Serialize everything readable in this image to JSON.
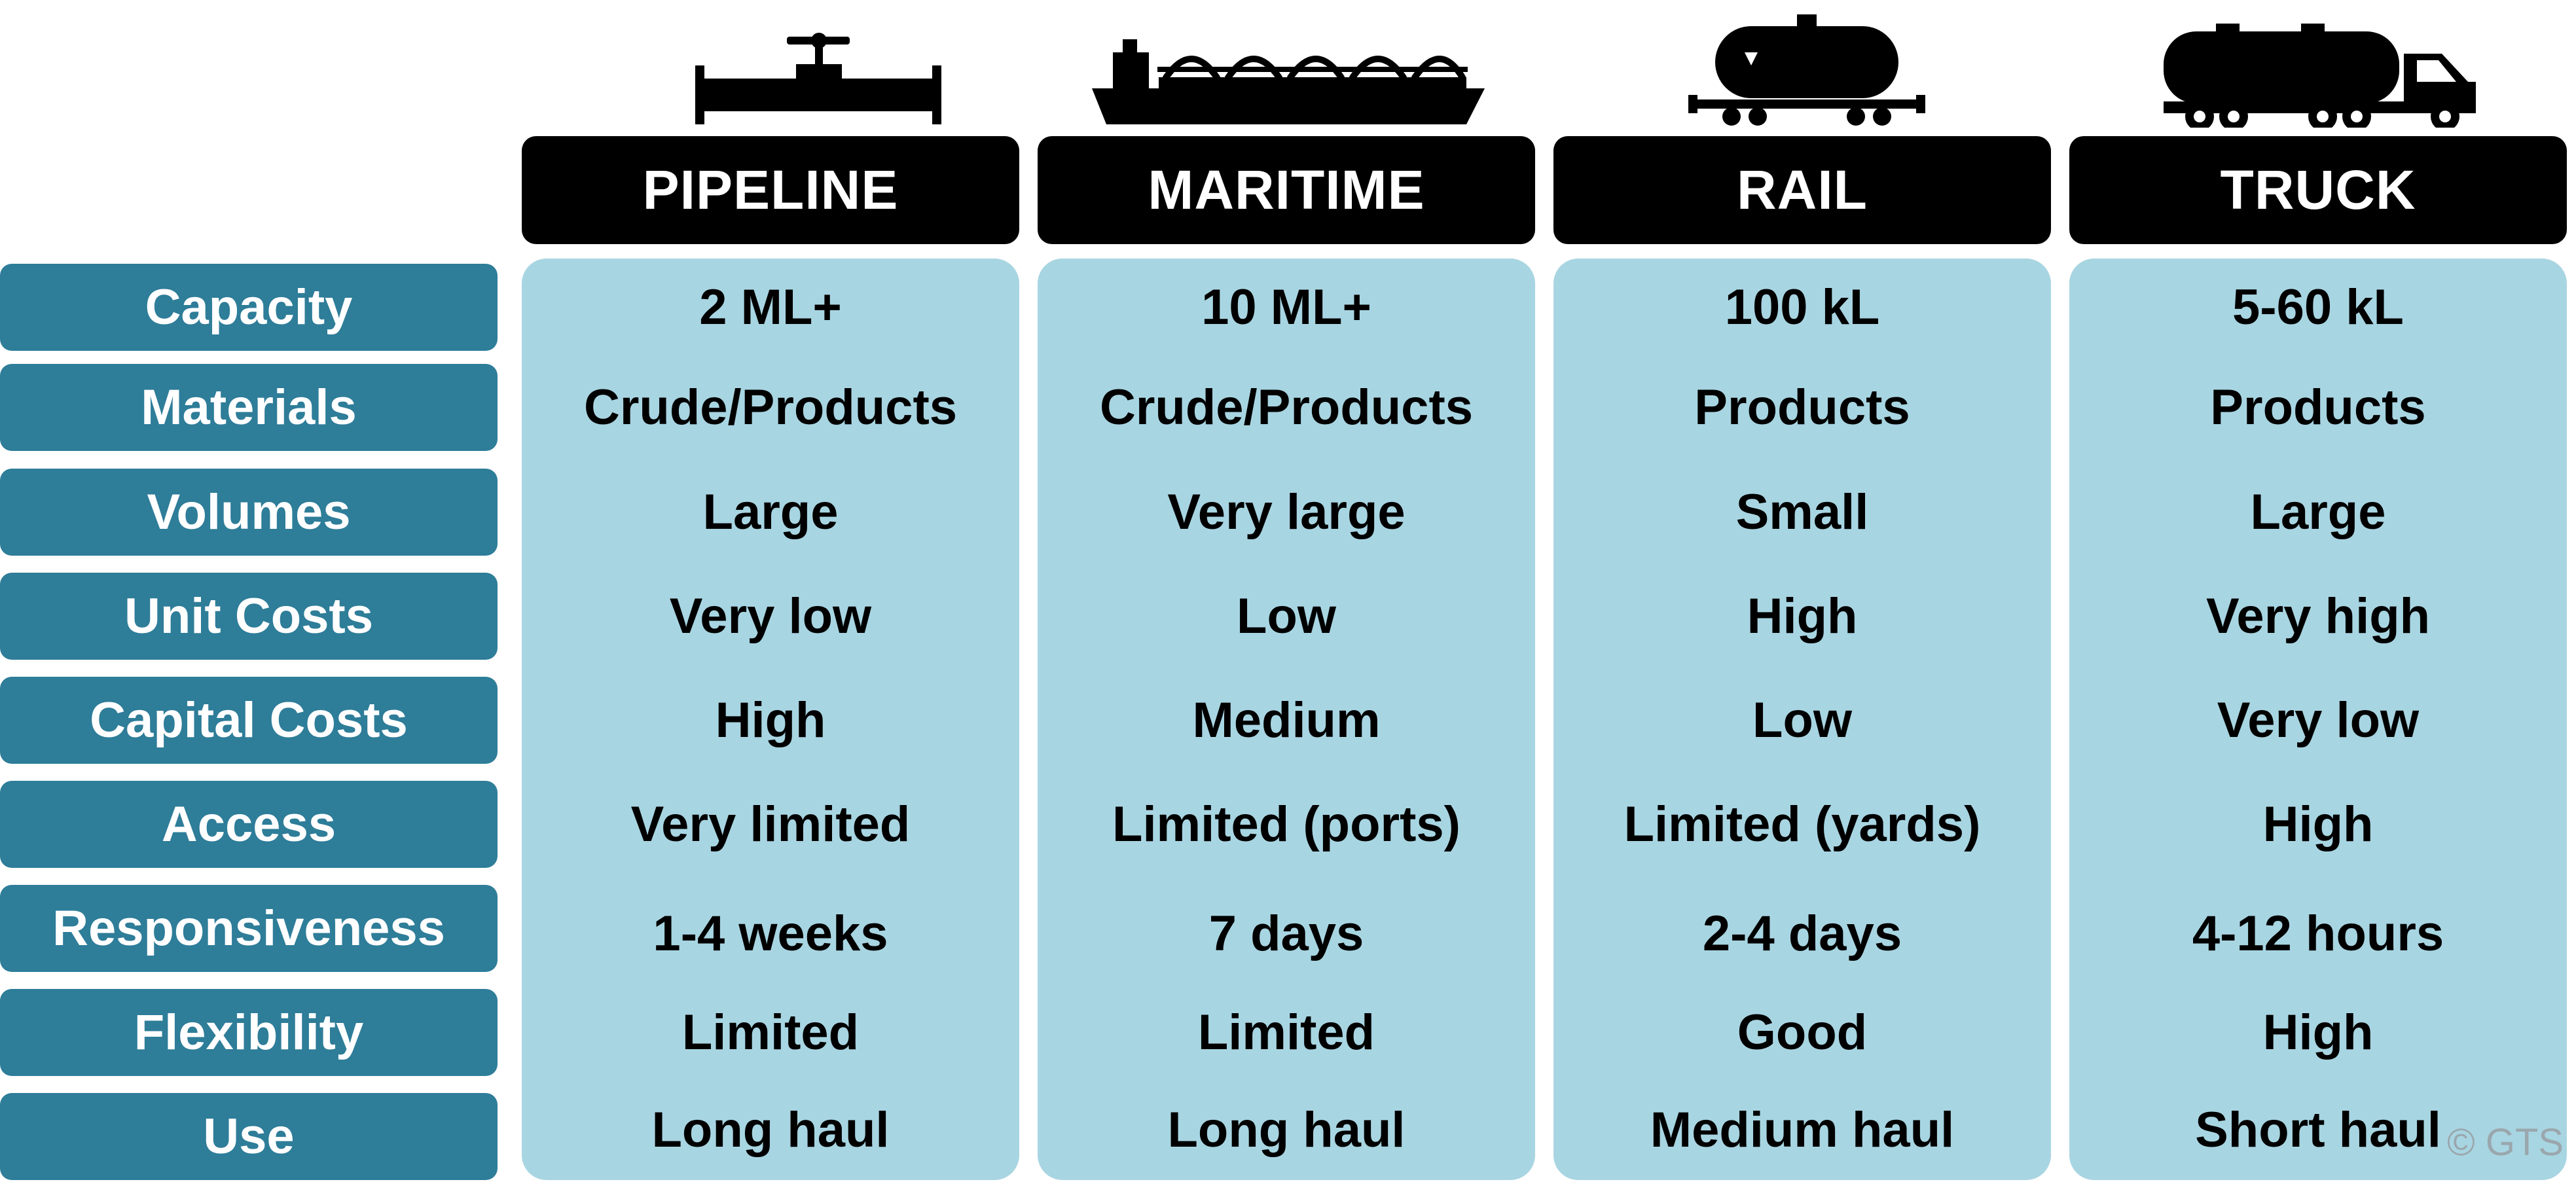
{
  "columns": [
    {
      "label": "PIPELINE",
      "icon": "pipeline-icon"
    },
    {
      "label": "MARITIME",
      "icon": "tanker-ship-icon"
    },
    {
      "label": "RAIL",
      "icon": "rail-tank-car-icon"
    },
    {
      "label": "TRUCK",
      "icon": "tanker-truck-icon"
    }
  ],
  "rows": [
    {
      "label": "Capacity",
      "values": [
        "2 ML+",
        "10 ML+",
        "100 kL",
        "5-60 kL"
      ]
    },
    {
      "label": "Materials",
      "values": [
        "Crude/Products",
        "Crude/Products",
        "Products",
        "Products"
      ]
    },
    {
      "label": "Volumes",
      "values": [
        "Large",
        "Very large",
        "Small",
        "Large"
      ]
    },
    {
      "label": "Unit Costs",
      "values": [
        "Very low",
        "Low",
        "High",
        "Very high"
      ]
    },
    {
      "label": "Capital Costs",
      "values": [
        "High",
        "Medium",
        "Low",
        "Very low"
      ]
    },
    {
      "label": "Access",
      "values": [
        "Very limited",
        "Limited (ports)",
        "Limited (yards)",
        "High"
      ]
    },
    {
      "label": "Responsiveness",
      "values": [
        "1-4 weeks",
        "7 days",
        "2-4 days",
        "4-12 hours"
      ]
    },
    {
      "label": "Flexibility",
      "values": [
        "Limited",
        "Limited",
        "Good",
        "High"
      ]
    },
    {
      "label": "Use",
      "values": [
        "Long haul",
        "Long haul",
        "Medium haul",
        "Short haul"
      ]
    }
  ],
  "copyright": "© GTS",
  "colors": {
    "header_bg": "#000000",
    "label_bg": "#2e7d99",
    "panel_bg": "#a8d5e2",
    "text": "#000000"
  }
}
